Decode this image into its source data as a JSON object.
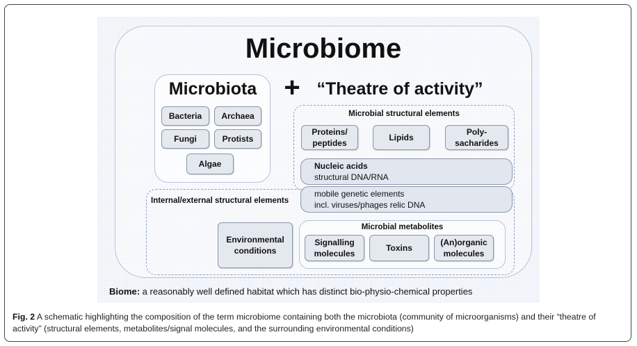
{
  "diagram": {
    "title": "Microbiome",
    "plus": "+",
    "microbiota": {
      "title": "Microbiota",
      "items": [
        "Bacteria",
        "Archaea",
        "Fungi",
        "Protists",
        "Algae"
      ]
    },
    "theatre": {
      "title": "“Theatre of activity”",
      "structural_elements": {
        "label": "Microbial structural elements",
        "items": [
          "Proteins/\npeptides",
          "Lipids",
          "Poly-\nsacharides"
        ]
      },
      "nucleic_acids": {
        "title": "Nucleic acids",
        "line": "structural DNA/RNA"
      },
      "mobile_elements": {
        "line1": "mobile genetic elements",
        "line2": "incl. viruses/phages relic DNA"
      },
      "internal_external_label": "Internal/external structural elements",
      "environmental": "Environmental\nconditions",
      "metabolites": {
        "label": "Microbial metabolites",
        "items": [
          "Signalling\nmolecules",
          "Toxins",
          "(An)organic\nmolecules"
        ]
      }
    },
    "biome": {
      "term": "Biome:",
      "definition": " a reasonably well defined habitat which has distinct bio-physio-chemical properties"
    }
  },
  "caption": {
    "label": "Fig. 2",
    "text": " A schematic highlighting the composition of the term microbiome containing both the microbiota (community of microorganisms) and their “theatre of activity” (structural elements, metabolites/signal molecules, and the surrounding environmental conditions)"
  }
}
